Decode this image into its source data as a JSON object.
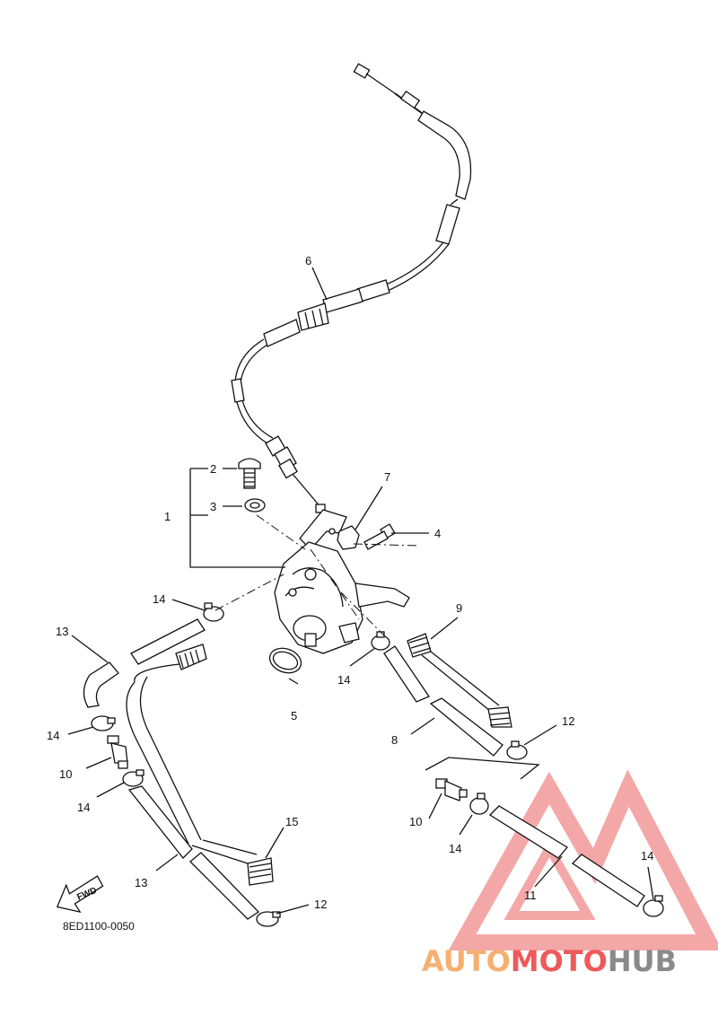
{
  "diagram": {
    "ref_code": "8ED1100-0050",
    "fwd_label": "FWD",
    "labels": [
      {
        "id": "l1",
        "text": "1"
      },
      {
        "id": "l2",
        "text": "2"
      },
      {
        "id": "l3",
        "text": "3"
      },
      {
        "id": "l4",
        "text": "4"
      },
      {
        "id": "l5",
        "text": "5"
      },
      {
        "id": "l6",
        "text": "6"
      },
      {
        "id": "l7",
        "text": "7"
      },
      {
        "id": "l8",
        "text": "8"
      },
      {
        "id": "l9",
        "text": "9"
      },
      {
        "id": "l10a",
        "text": "10"
      },
      {
        "id": "l10b",
        "text": "10"
      },
      {
        "id": "l11",
        "text": "11"
      },
      {
        "id": "l12a",
        "text": "12"
      },
      {
        "id": "l12b",
        "text": "12"
      },
      {
        "id": "l13a",
        "text": "13"
      },
      {
        "id": "l13b",
        "text": "13"
      },
      {
        "id": "l14a",
        "text": "14"
      },
      {
        "id": "l14b",
        "text": "14"
      },
      {
        "id": "l14c",
        "text": "14"
      },
      {
        "id": "l14d",
        "text": "14"
      },
      {
        "id": "l14e",
        "text": "14"
      },
      {
        "id": "l14f",
        "text": "14"
      },
      {
        "id": "l15",
        "text": "15"
      }
    ]
  },
  "watermark": {
    "part1": "AUTO",
    "part2": "MOTO",
    "part3": "HUB",
    "colors": {
      "auto": "#f5b071",
      "moto": "#ee5a5a",
      "hub": "#8a8a8a",
      "triangle": "#f08a8a"
    }
  }
}
